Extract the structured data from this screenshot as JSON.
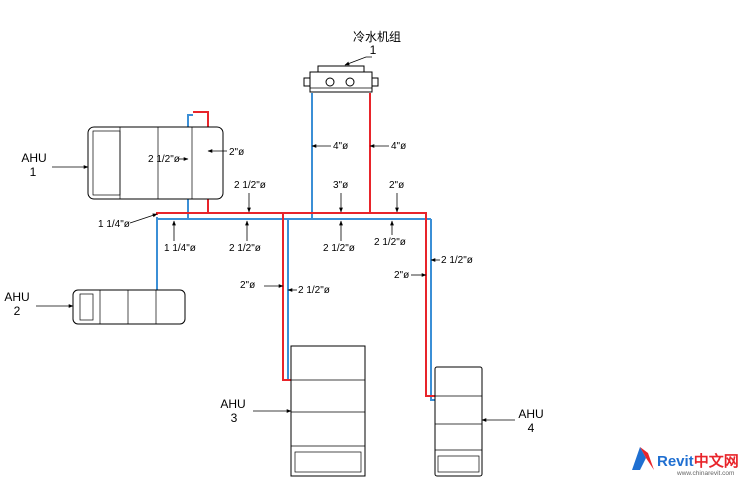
{
  "colors": {
    "supply": "#e8242a",
    "return": "#3b8fd6",
    "line": "#000000",
    "brand_blue": "#1f6fd1",
    "brand_red": "#e8242a"
  },
  "equipment": {
    "chiller": {
      "name_line1": "冷水机组",
      "name_line2": "1"
    },
    "ahu1": {
      "name_line1": "AHU",
      "name_line2": "1"
    },
    "ahu2": {
      "name_line1": "AHU",
      "name_line2": "2"
    },
    "ahu3": {
      "name_line1": "AHU",
      "name_line2": "3"
    },
    "ahu4": {
      "name_line1": "AHU",
      "name_line2": "4"
    }
  },
  "pipe_sizes": {
    "chiller_return": "4\"ø",
    "chiller_supply": "4\"ø",
    "ahu1_supply": "2\"ø",
    "ahu1_return": "2 1/2\"ø",
    "ahu1_branch": "1 1/4\"ø",
    "main_upper_a": "2 1/2\"ø",
    "main_upper_b": "3\"ø",
    "main_upper_c": "2\"ø",
    "main_lower_a": "1 1/4\"ø",
    "main_lower_b": "2 1/2\"ø",
    "main_lower_c": "2 1/2\"ø",
    "main_lower_d": "2 1/2\"ø",
    "ahu3_supply": "2\"ø",
    "ahu3_return": "2 1/2\"ø",
    "ahu4_supply": "2\"ø",
    "ahu4_return": "2 1/2\"ø"
  },
  "watermark": {
    "brand_latin": "Revit",
    "brand_cn": "中文网",
    "url": "www.chinarevit.com"
  }
}
